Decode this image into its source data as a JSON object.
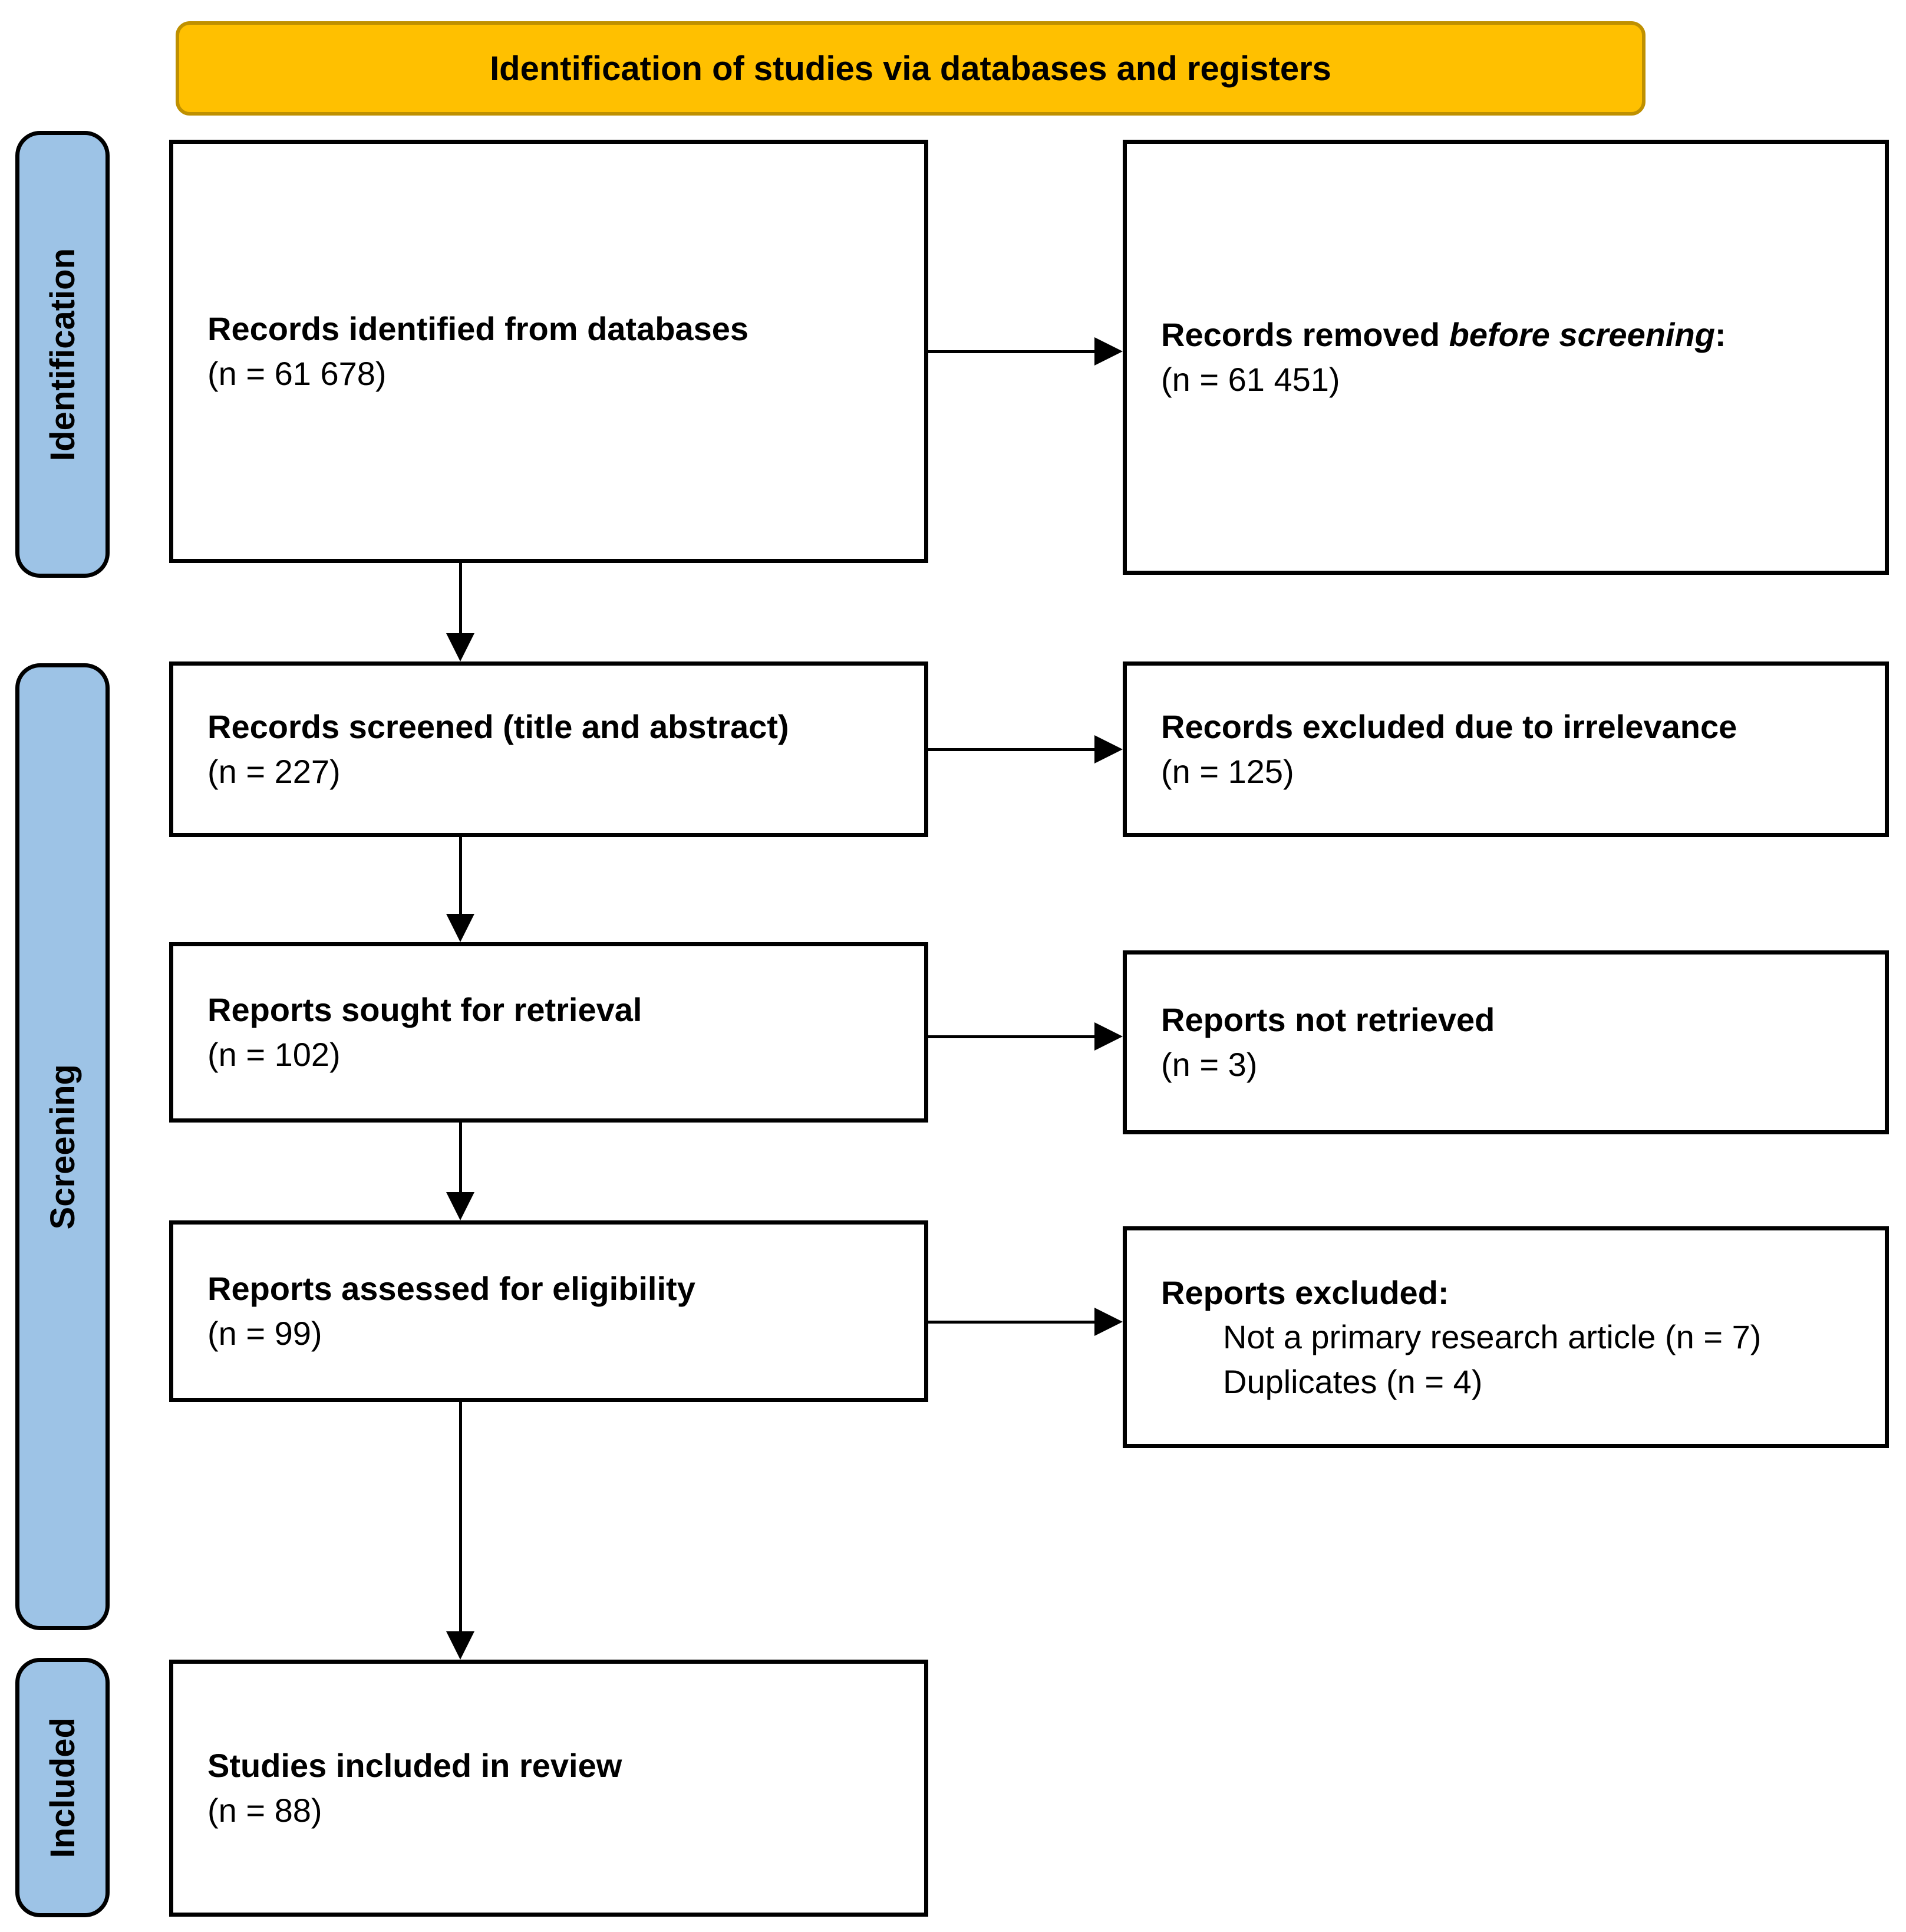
{
  "banner": {
    "label": "Identification of studies via databases and registers"
  },
  "stages": [
    {
      "label": "Identification"
    },
    {
      "label": "Screening"
    },
    {
      "label": "Included"
    }
  ],
  "boxes": {
    "identified": {
      "title": "Records identified from databases",
      "count": "(n = 61 678)"
    },
    "removed": {
      "title_prefix": "Records removed ",
      "title_italic": "before screening",
      "title_suffix": ":",
      "count": "(n = 61 451)"
    },
    "screened": {
      "title": "Records screened (title and abstract)",
      "count": "(n = 227)"
    },
    "excluded_irrelevance": {
      "title": "Records excluded due to irrelevance",
      "count": "(n = 125)"
    },
    "sought": {
      "title": "Reports sought for retrieval",
      "count": "(n = 102)"
    },
    "not_retrieved": {
      "title": "Reports not retrieved",
      "count": "(n = 3)"
    },
    "assessed": {
      "title": "Reports assessed for eligibility",
      "count": "(n = 99)"
    },
    "reports_excluded": {
      "title": "Reports excluded:",
      "items": [
        "Not a primary research article (n = 7)",
        "Duplicates (n = 4)"
      ]
    },
    "included_review": {
      "title": "Studies included in review",
      "count": "(n = 88)"
    }
  },
  "colors": {
    "banner_fill": "#FFC000",
    "banner_border": "#BF9000",
    "stage_fill": "#9DC3E6",
    "line": "#000000"
  }
}
